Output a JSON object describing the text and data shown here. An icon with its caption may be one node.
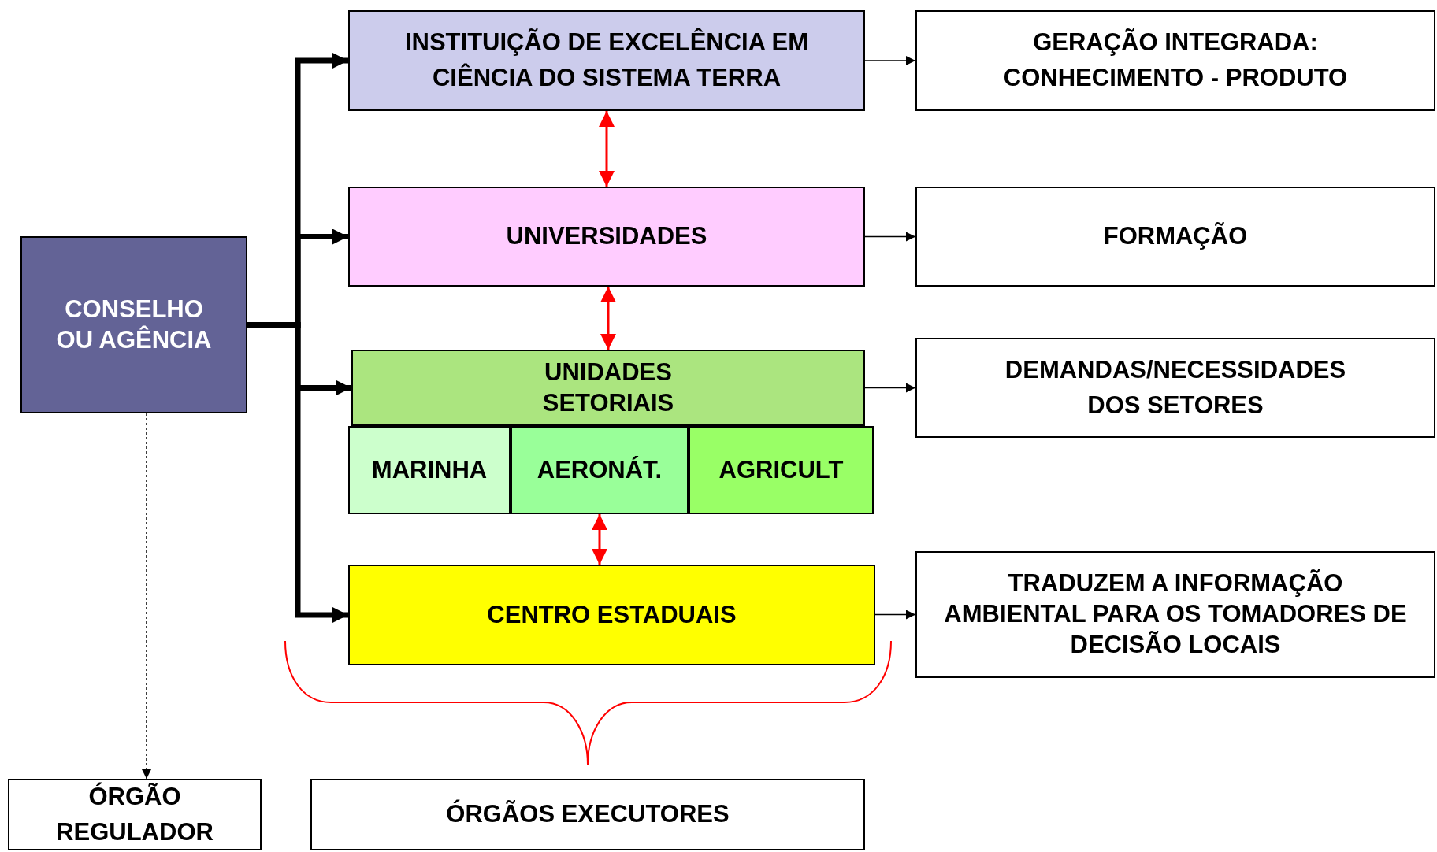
{
  "diagram": {
    "nodes": [
      {
        "text": [
          "CONSELHO OU AGÊNCIA"
        ]
      },
      {
        "text": [
          "INSTITUIÇÃO DE EXCELÊNCIA EM CIÊNCIA DO SISTEMA TERRA"
        ]
      },
      {
        "text": [
          "UNIVERSIDADES"
        ]
      },
      {
        "text": [
          "UNIDADES SETORIAIS"
        ]
      },
      {
        "text": [
          "MARINHA"
        ]
      },
      {
        "text": [
          "AERONÁT."
        ]
      },
      {
        "text": [
          "AGRICULT"
        ]
      },
      {
        "text": [
          "CENTRO ESTADUAIS"
        ]
      },
      {
        "text": [
          "GERAÇÃO INTEGRADA: CONHECIMENTO - PRODUTO"
        ]
      },
      {
        "text": [
          "FORMAÇÃO"
        ]
      },
      {
        "text": [
          "DEMANDAS/NECESSIDADES DOS SETORES"
        ]
      },
      {
        "text": [
          "TRADUZEM A INFORMAÇÃO AMBIENTAL PARA OS TOMADORES DE DECISÃO LOCAIS"
        ]
      },
      {
        "text": [
          "ÓRGÃO REGULADOR"
        ]
      },
      {
        "text": [
          "ÓRGÃOS EXECUTORES"
        ]
      }
    ],
    "edges": [
      {
        "from": 0,
        "to": 1,
        "arrow": "to",
        "style": "thick"
      },
      {
        "from": 0,
        "to": 2,
        "arrow": "to",
        "style": "thick"
      },
      {
        "from": 0,
        "to": 3,
        "arrow": "to",
        "style": "thick"
      },
      {
        "from": 0,
        "to": 7,
        "arrow": "to",
        "style": "thick"
      },
      {
        "from": 0,
        "to": 12,
        "arrow": "to",
        "style": "dashed"
      },
      {
        "from": 1,
        "to": 8,
        "arrow": "to"
      },
      {
        "from": 2,
        "to": 9,
        "arrow": "to"
      },
      {
        "from": 3,
        "to": 10,
        "arrow": "to"
      },
      {
        "from": 7,
        "to": 11,
        "arrow": "to"
      },
      {
        "from": 1,
        "to": 2,
        "arrow": "both",
        "color": "#ff0000"
      },
      {
        "from": 2,
        "to": 3,
        "arrow": "both",
        "color": "#ff0000"
      },
      {
        "from": 5,
        "to": 7,
        "arrow": "both",
        "color": "#ff0000"
      }
    ]
  }
}
